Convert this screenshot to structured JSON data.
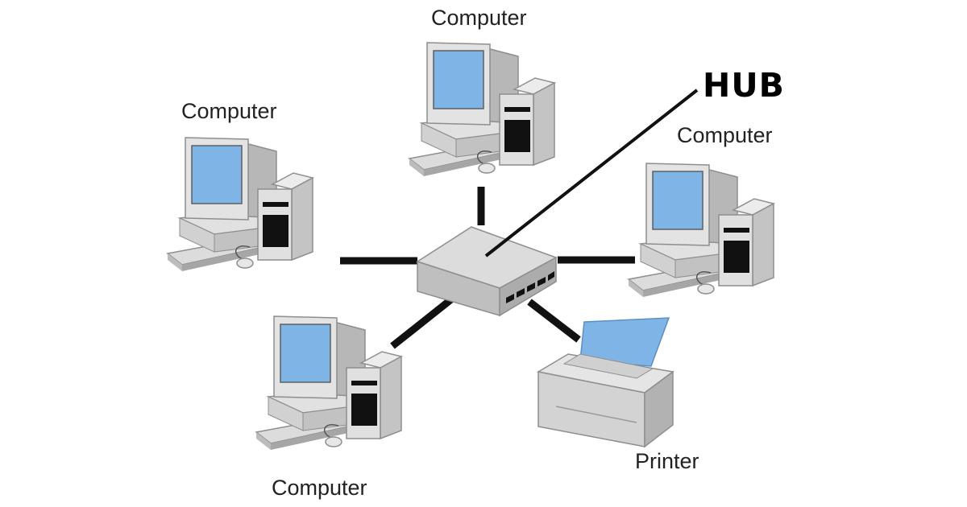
{
  "labels": {
    "hub": "HUB",
    "computer_top": "Computer",
    "computer_left": "Computer",
    "computer_right": "Computer",
    "computer_bottom": "Computer",
    "printer": "Printer"
  },
  "colors": {
    "screen": "#7fb5e6",
    "body_light": "#e2e2e2",
    "body_mid": "#c8c8c8",
    "body_dark": "#a9a9a9",
    "cable": "#111111",
    "paper": "#7fb5e6"
  },
  "icons": {
    "hub": "network-hub-icon",
    "computer": "desktop-computer-icon",
    "printer": "printer-icon"
  }
}
